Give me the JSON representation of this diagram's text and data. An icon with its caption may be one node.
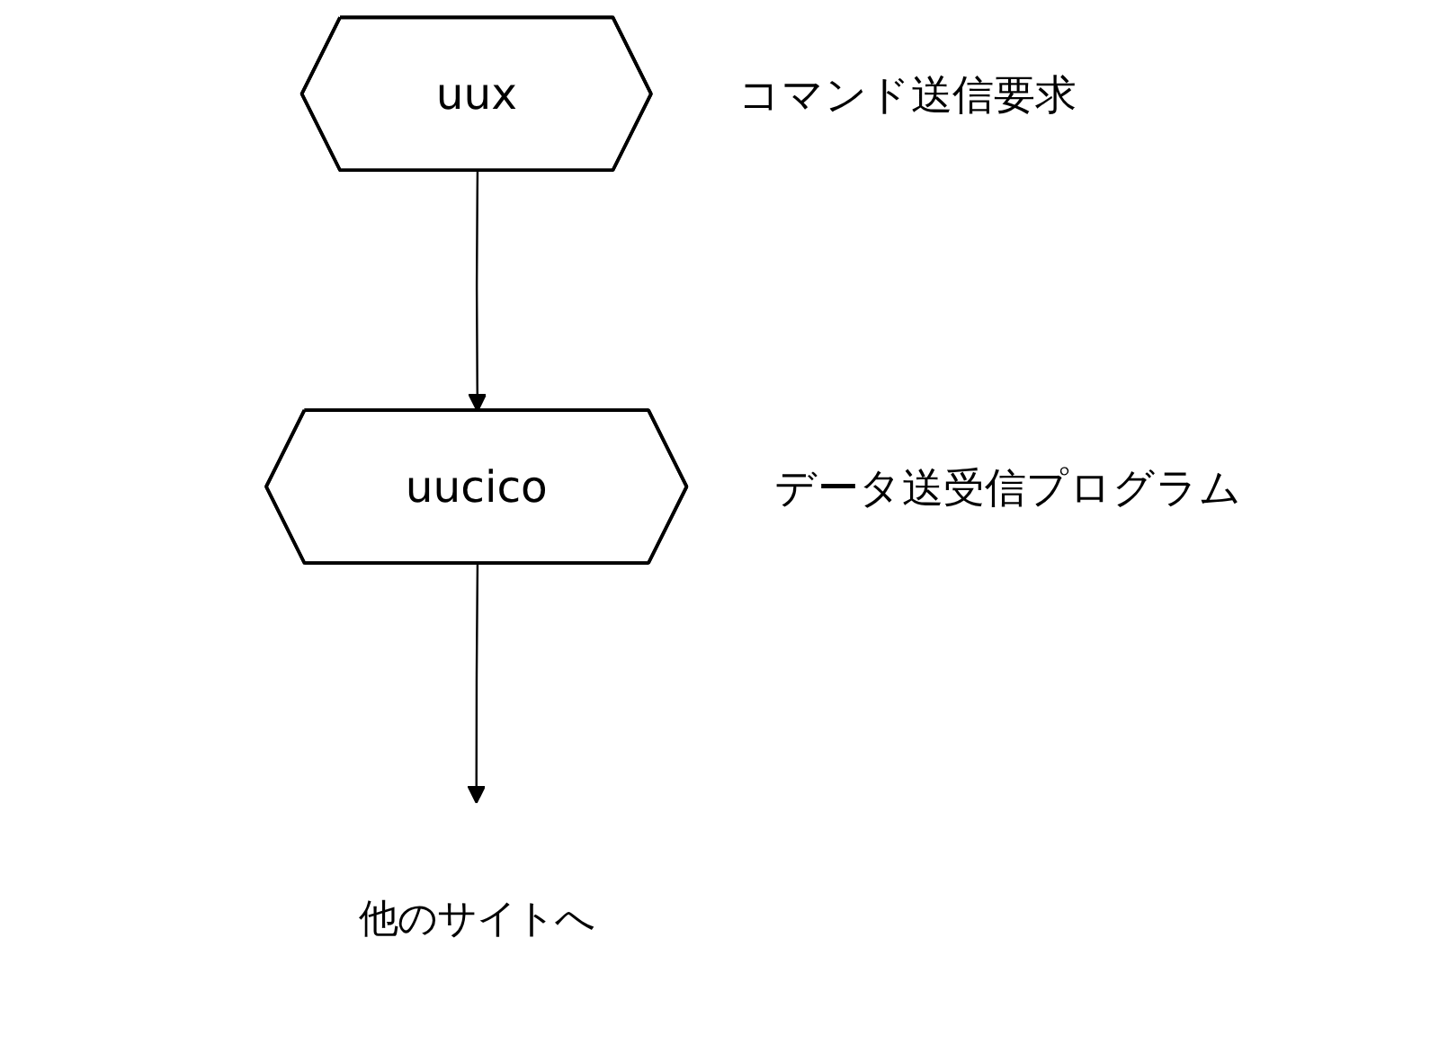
{
  "diagram": {
    "nodes": [
      {
        "text": [
          "uux"
        ],
        "beside": [
          "コマンド送信要求"
        ]
      },
      {
        "text": [
          "uucico"
        ],
        "beside": [
          "データ送受信プログラム"
        ]
      },
      {
        "text": [
          "他のサイトへ"
        ]
      }
    ],
    "edges": [
      {
        "from": 0,
        "to": 1,
        "arrow": "to"
      },
      {
        "from": 1,
        "to": 2,
        "arrow": "to"
      }
    ]
  }
}
